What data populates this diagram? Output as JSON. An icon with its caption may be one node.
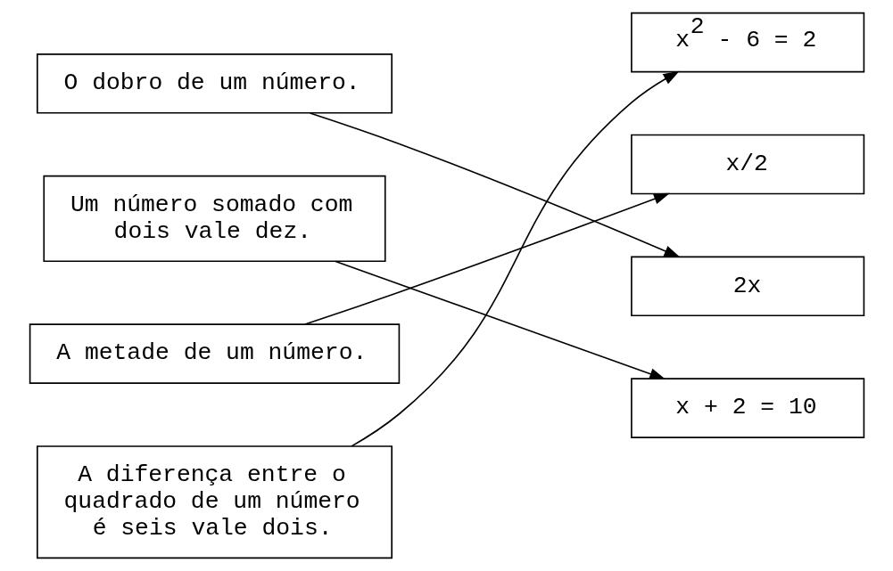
{
  "diagram": {
    "nodes": [
      {
        "text": [
          "O dobro de um número."
        ]
      },
      {
        "text": [
          "Um número somado com dois vale dez."
        ]
      },
      {
        "text": [
          "A metade de um número."
        ]
      },
      {
        "text": [
          "A diferença entre o quadrado de um número é seis vale dois."
        ]
      },
      {
        "text": [
          "x$^{2}$ - 6 = 2"
        ]
      },
      {
        "text": [
          "x/2"
        ]
      },
      {
        "text": [
          "2x"
        ]
      },
      {
        "text": [
          "x + 2 = 10"
        ]
      }
    ],
    "edges": [
      {
        "from": 0,
        "to": 6,
        "arrow": "to"
      },
      {
        "from": 1,
        "to": 7,
        "arrow": "to"
      },
      {
        "from": 2,
        "to": 5,
        "arrow": "to"
      },
      {
        "from": 3,
        "to": 4,
        "arrow": "to"
      }
    ]
  }
}
